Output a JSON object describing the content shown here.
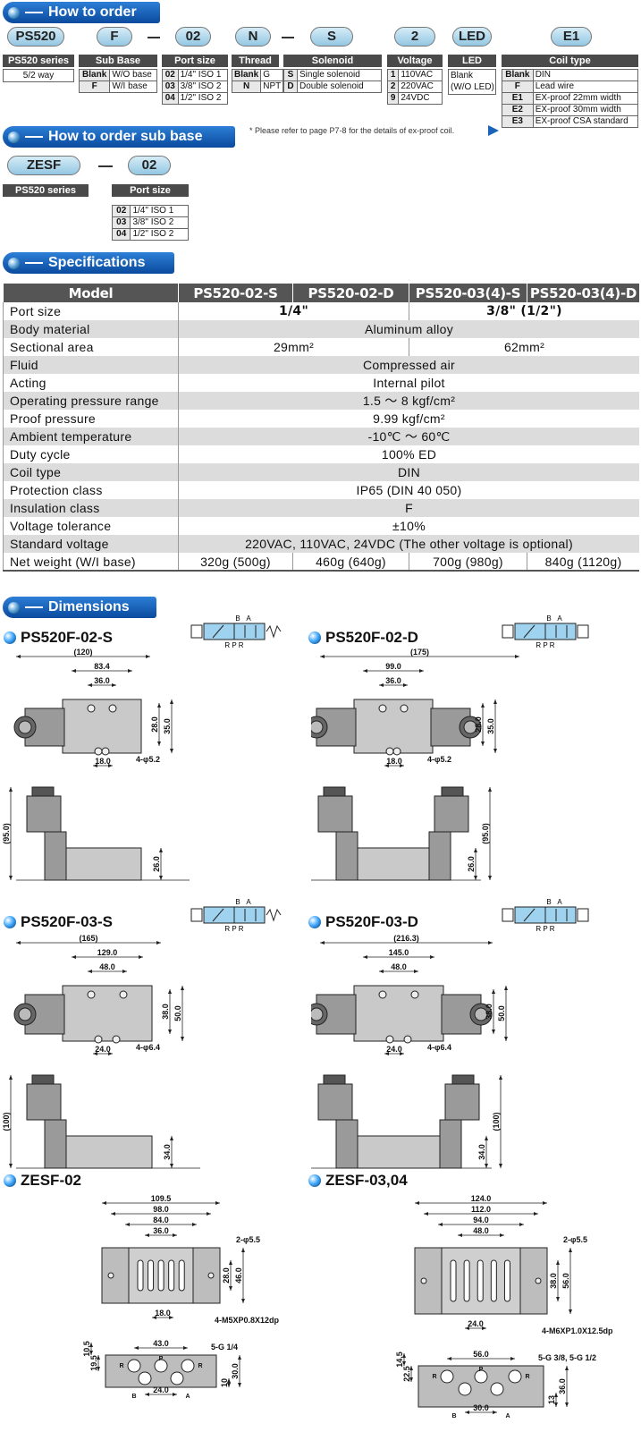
{
  "order": {
    "title": "How to order",
    "codes": [
      "PS520",
      "F",
      "02",
      "N",
      "S",
      "2",
      "LED",
      "E1"
    ],
    "series": {
      "head": "PS520 series",
      "val": "5/2 way"
    },
    "subbase": {
      "head": "Sub Base",
      "rows": [
        [
          "Blank",
          "W/O base"
        ],
        [
          "F",
          "W/I base"
        ]
      ]
    },
    "port": {
      "head": "Port size",
      "rows": [
        [
          "02",
          "1/4\" ISO 1"
        ],
        [
          "03",
          "3/8\" ISO 2"
        ],
        [
          "04",
          "1/2\" ISO 2"
        ]
      ]
    },
    "thread": {
      "head": "Thread",
      "rows": [
        [
          "Blank",
          "G"
        ],
        [
          "N",
          "NPT"
        ]
      ]
    },
    "solenoid": {
      "head": "Solenoid",
      "rows": [
        [
          "S",
          "Single solenoid"
        ],
        [
          "D",
          "Double solenoid"
        ]
      ]
    },
    "voltage": {
      "head": "Voltage",
      "rows": [
        [
          "1",
          "110VAC"
        ],
        [
          "2",
          "220VAC"
        ],
        [
          "9",
          "24VDC"
        ]
      ]
    },
    "led": {
      "head": "LED",
      "val1": "Blank",
      "val2": "(W/O LED)"
    },
    "coil": {
      "head": "Coil type",
      "rows": [
        [
          "Blank",
          "DIN"
        ],
        [
          "F",
          "Lead wire"
        ],
        [
          "E1",
          "EX-proof 22mm width"
        ],
        [
          "E2",
          "EX-proof 30mm width"
        ],
        [
          "E3",
          "EX-proof CSA standard"
        ]
      ]
    },
    "note": "* Please refer to page P7-8 for the details of ex-proof coil."
  },
  "sub": {
    "title": "How to order sub base",
    "codes": [
      "ZESF",
      "02"
    ],
    "series": "PS520 series",
    "port": {
      "head": "Port size",
      "rows": [
        [
          "02",
          "1/4\" ISO 1"
        ],
        [
          "03",
          "3/8\" ISO 2"
        ],
        [
          "04",
          "1/2\" ISO 2"
        ]
      ]
    }
  },
  "spec": {
    "title": "Specifications",
    "head": [
      "Model",
      "PS520-02-S",
      "PS520-02-D",
      "PS520-03(4)-S",
      "PS520-03(4)-D"
    ],
    "rows": [
      {
        "k": "Port size",
        "a": "1/4\"",
        "b": "3/8\" (1/2\")"
      },
      {
        "k": "Body material",
        "v": "Aluminum alloy"
      },
      {
        "k": "Sectional area",
        "a": "29mm²",
        "b": "62mm²"
      },
      {
        "k": "Fluid",
        "v": "Compressed air"
      },
      {
        "k": "Acting",
        "v": "Internal pilot"
      },
      {
        "k": "Operating pressure range",
        "v": "1.5 ～ 8 kgf/cm²"
      },
      {
        "k": "Proof pressure",
        "v": "9.99 kgf/cm²"
      },
      {
        "k": "Ambient temperature",
        "v": "-10℃ ～ 60℃"
      },
      {
        "k": "Duty cycle",
        "v": "100% ED"
      },
      {
        "k": "Coil type",
        "v": "DIN"
      },
      {
        "k": "Protection class",
        "v": "IP65 (DIN 40 050)"
      },
      {
        "k": "Insulation class",
        "v": "F"
      },
      {
        "k": "Voltage tolerance",
        "v": "±10%"
      },
      {
        "k": "Standard voltage",
        "v": "220VAC, 110VAC, 24VDC (The other voltage is optional)"
      },
      {
        "k": "Net weight (W/I base)",
        "w": [
          "320g (500g)",
          "460g (640g)",
          "700g (980g)",
          "840g (1120g)"
        ]
      }
    ]
  },
  "dim": {
    "title": "Dimensions",
    "models": [
      {
        "name": "PS520F-02-S",
        "overall": "(120)",
        "l1": "83.4",
        "l2": "36.0",
        "h1": "28.0",
        "h2": "35.0",
        "p": "18.0",
        "hole": "4-φ5.2",
        "ht": "(95.0)",
        "hb": "26.0"
      },
      {
        "name": "PS520F-02-D",
        "overall": "(175)",
        "l1": "99.0",
        "l2": "36.0",
        "h1": "28.0",
        "h2": "35.0",
        "p": "18.0",
        "hole": "4-φ5.2",
        "ht": "(95.0)",
        "hb": "26.0"
      },
      {
        "name": "PS520F-03-S",
        "overall": "(165)",
        "l1": "129.0",
        "l2": "48.0",
        "h1": "38.0",
        "h2": "50.0",
        "p": "24.0",
        "hole": "4-φ6.4",
        "ht": "(100)",
        "hb": "34.0"
      },
      {
        "name": "PS520F-03-D",
        "overall": "(216.3)",
        "l1": "145.0",
        "l2": "48.0",
        "h1": "38.0",
        "h2": "50.0",
        "p": "24.0",
        "hole": "4-φ6.4",
        "ht": "(100)",
        "hb": "34.0"
      }
    ],
    "bases": [
      {
        "name": "ZESF-02",
        "d": [
          "109.5",
          "98.0",
          "84.0",
          "36.0"
        ],
        "h1": "28.0",
        "h2": "46.0",
        "p": "18.0",
        "hole": "2-φ5.5",
        "tap": "4-M5XP0.8X12dp",
        "b1": "43.0",
        "port": "5-G 1/4",
        "s1": "10.5",
        "s2": "19.5",
        "s3": "10",
        "s4": "30.0",
        "b2": "24.0"
      },
      {
        "name": "ZESF-03,04",
        "d": [
          "124.0",
          "112.0",
          "94.0",
          "48.0"
        ],
        "h1": "38.0",
        "h2": "56.0",
        "p": "24.0",
        "hole": "2-φ5.5",
        "tap": "4-M6XP1.0X12.5dp",
        "b1": "56.0",
        "port": "5-G 3/8, 5-G 1/2",
        "s1": "14.5",
        "s2": "22.5",
        "s3": "13",
        "s4": "36.0",
        "b2": "30.0"
      }
    ],
    "sym": {
      "ab": [
        "B",
        "A"
      ],
      "rpr": [
        "R",
        "P",
        "R"
      ]
    },
    "portLetters": [
      "R",
      "P",
      "R",
      "B",
      "A"
    ]
  }
}
